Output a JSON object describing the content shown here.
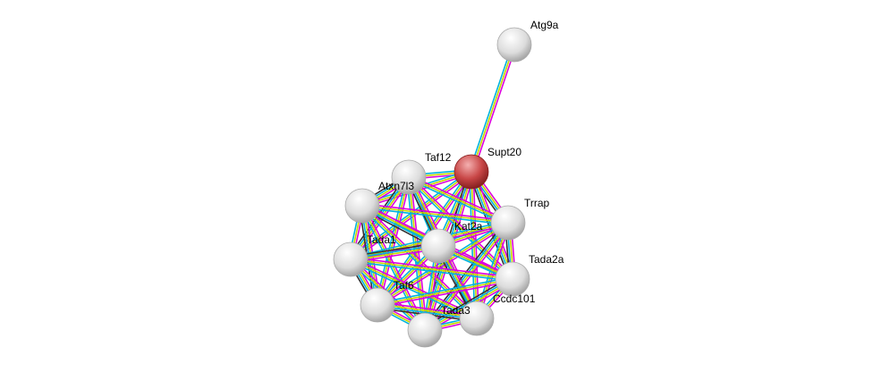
{
  "nodes": [
    {
      "id": "Atg9a",
      "label": "Atg9a",
      "query": false
    },
    {
      "id": "Supt20",
      "label": "Supt20",
      "query": true
    },
    {
      "id": "Taf12",
      "label": "Taf12",
      "query": false
    },
    {
      "id": "Atxn7l3",
      "label": "Atxn7l3",
      "query": false
    },
    {
      "id": "Trrap",
      "label": "Trrap",
      "query": false
    },
    {
      "id": "Kat2a",
      "label": "Kat2a",
      "query": false
    },
    {
      "id": "Tada1",
      "label": "Tada1",
      "query": false
    },
    {
      "id": "Tada2a",
      "label": "Tada2a",
      "query": false
    },
    {
      "id": "Taf6",
      "label": "Taf6",
      "query": false
    },
    {
      "id": "Ccdc101",
      "label": "Ccdc101",
      "query": false
    },
    {
      "id": "Tada3",
      "label": "Tada3",
      "query": false
    }
  ],
  "edge_colors": {
    "textmining": "#c8d400",
    "database": "#00b4dc",
    "experiment": "#dc00dc",
    "coexpression": "#333333"
  },
  "edges_extra": [
    [
      "Atg9a",
      "Supt20",
      [
        "experiment",
        "textmining",
        "database"
      ]
    ]
  ],
  "cluster_evidence": [
    "experiment",
    "textmining",
    "database",
    "coexpression"
  ],
  "node_colors": {
    "default": "#e8e8e8",
    "query": "#c83c3c"
  }
}
